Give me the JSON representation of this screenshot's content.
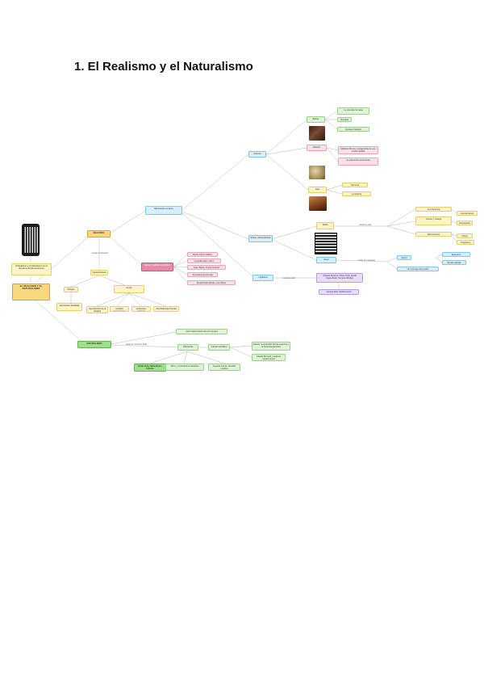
{
  "title": "1.  El Realismo y el Naturalismo",
  "nodes": {
    "qr_caption": "El Realismo y el Naturalismo en la literatura del Romanticismo",
    "main": "EL REALISMO Y EL NATURALISMO",
    "realismo": "REALISMO",
    "realismo_edge": "surge en Francia",
    "caract": "Características",
    "rasgos": "Rasgos",
    "temas": "temas",
    "temas_r1": "reproducción de la realidad",
    "temas_r2": "narrador omnisciente",
    "temas_r3": "ambientes urbanos",
    "temas_r4": "descripción detallada",
    "autores_esp": "Autores realistas españoles",
    "a1": "Benito Pérez Galdós",
    "a2": "Leopoldo Alas, Clarín",
    "a3": "Juan Valera, Pepita Jiménez",
    "a4": "José María de Pereda",
    "a5": "Emilia Pardo Bazán, Los Pazos",
    "mov": "Movimiento europeo",
    "francia": "Francia",
    "balzac": "Balzac",
    "balzac_1": "La comedia humana",
    "balzac_2": "Stendhal",
    "balzac_3": "Gustave Flaubert",
    "flaubert": "Flaubert",
    "flaubert_1": "Madame Bovary, protagonista de una novela realista",
    "flaubert_2": "La educación sentimental",
    "zola": "Zola",
    "zola_1": "Germinal",
    "zola_2": "La taberna",
    "rusia": "Rusia y Escandinavia",
    "tolstoi": "Tolstói",
    "tolstoi_r": "Guerra y paz",
    "r1": "Ana Karenina",
    "r2": "Crimen y castigo",
    "r3": "Resurrección",
    "r4": "Los hermanos Karamázov",
    "r5": "Dostoievski",
    "r6": "Chéjov",
    "r7": "Turguénev",
    "ibsen": "Ibsen",
    "ibsen_r": "Casa de muñecas",
    "i1": "drama",
    "i2": "Un enemigo del pueblo",
    "i3": "Espectros",
    "i4": "El pato salvaje",
    "inglaterra": "Inglaterra",
    "ing_e": "novela social",
    "dickens": "Charles Dickens: Oliver Twist, David Copperfield, Tiempos difíciles",
    "dickens_2": "George Eliot, Middlemarch",
    "naturalismo": "NATURALISMO",
    "nat_edge": "surge en Francia, Zola",
    "nat_1": "visión determinista del ser humano",
    "nat_2": "influencias",
    "nat_3": "método científico",
    "nat_4": "Darwin: la evolución de las especies y la herencia genética",
    "nat_5": "Claude Bernard, medicina experimental",
    "nat_6": "Émile Zola, Naturalismo francés",
    "nat_7": "Taine y el positivismo filosófico",
    "nat_8": "Auguste Comte, filosofía positiva"
  },
  "colors": {
    "yellow": "#fdf3c4",
    "blue": "#d6effc",
    "pink": "#fbe1e6",
    "green": "#dff4d6",
    "purple": "#e8dcf7",
    "connector": "#b5b5b5"
  }
}
